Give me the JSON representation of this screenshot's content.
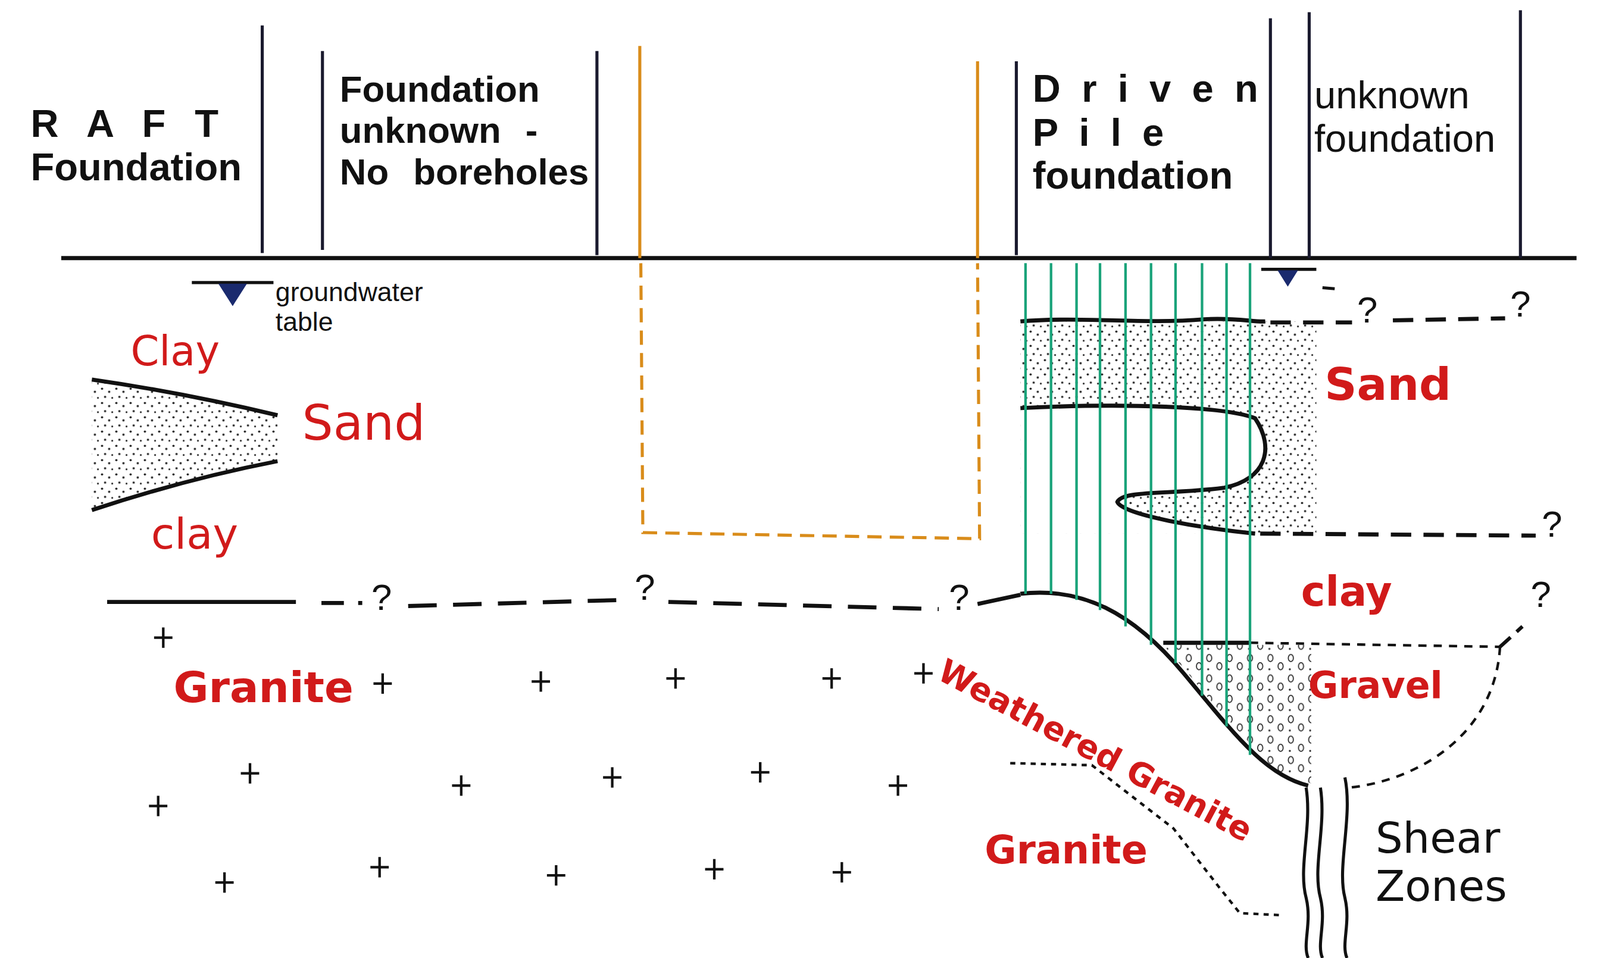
{
  "diagram": {
    "labels": [
      "R A F T Foundation",
      "Foundation unknown - No boreholes",
      "D r i v e n P i l e foundation",
      "unknown foundation",
      "groundwater table",
      "Clay",
      "Sand",
      "clay",
      "?",
      "?",
      "?",
      "Granite",
      "Weathered Granite",
      "Granite",
      "?",
      "?",
      "Sand",
      "?",
      "clay",
      "?",
      "Gravel",
      "Shear Zones"
    ]
  }
}
